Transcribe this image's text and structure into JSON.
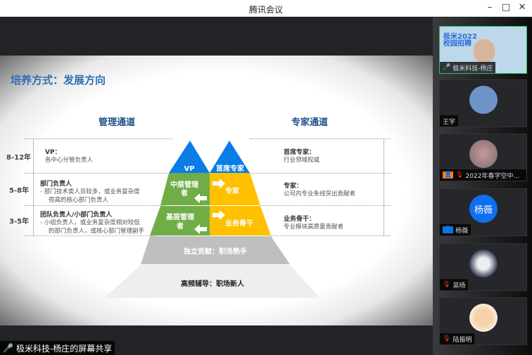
{
  "window": {
    "title": "腾讯会议"
  },
  "slide": {
    "title": "培养方式：发展方向",
    "left_heading": "管理通道",
    "right_heading": "专家通道",
    "years": [
      "8-12年",
      "5-8年",
      "3-5年"
    ],
    "management": [
      {
        "title": "VP：",
        "desc": [
          "各中心分管负责人"
        ]
      },
      {
        "title": "部门负责人",
        "desc": [
          "-  部门技术类人员较多，或业务复杂度",
          "很高的核心部门负责人"
        ]
      },
      {
        "title": "团队负责人/小部门负责人",
        "desc": [
          "-  小组负责人，或业务复杂度相对较低",
          "的部门负责人，或核心部门管理副手"
        ]
      }
    ],
    "expert": [
      {
        "title": "首席专家：",
        "desc": "行业领域权威"
      },
      {
        "title": "专家：",
        "desc": "公司内专业条线突出贡献者"
      },
      {
        "title": "业务骨干：",
        "desc": "专业模块高质量贡献者"
      }
    ],
    "pyramid": {
      "vp": "VP",
      "chief": "首席专家",
      "mid_mgr": [
        "中层管理",
        "者"
      ],
      "expert": "专家",
      "base_mgr": [
        "基层管理",
        "者"
      ],
      "backbone": "业务骨干",
      "independent": "独立贡献：职场熟手",
      "newbie": "高频辅导：职场新人"
    },
    "colors": {
      "blue": "#0a7de8",
      "green": "#70ad47",
      "yellow": "#ffc000",
      "gray": "#bfbfbf",
      "light": "#eeeeee"
    }
  },
  "participants": [
    {
      "name": "极米科技-杨庄",
      "avatar_text": ""
    },
    {
      "name": "王宇",
      "avatar_text": ""
    },
    {
      "name": "2022年春字空中...",
      "avatar_text": ""
    },
    {
      "name": "杨薇",
      "avatar_text": "杨薇"
    },
    {
      "name": "吴旸",
      "avatar_text": ""
    },
    {
      "name": "陆振明",
      "avatar_text": ""
    }
  ],
  "share_label": "极米科技-杨庄的屏幕共享"
}
